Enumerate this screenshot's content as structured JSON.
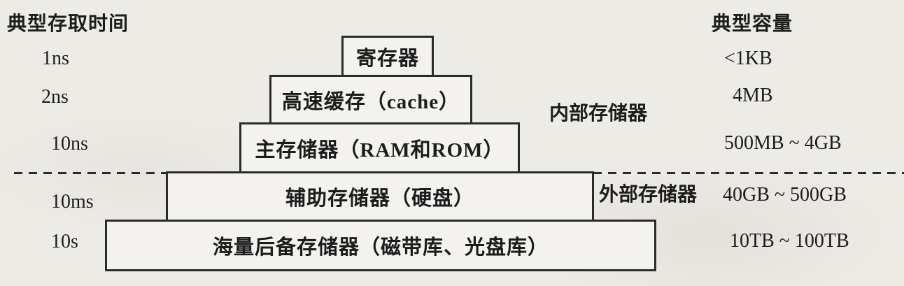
{
  "colors": {
    "background": "#edebe6",
    "line": "#2b2b2b",
    "text": "#1c1c1c",
    "box_fill": "#f3f2ee"
  },
  "diagram": {
    "title_left": "典型存取时间",
    "title_right": "典型容量",
    "levels": [
      {
        "name": "寄存器",
        "access_time": "1ns",
        "capacity": "<1KB"
      },
      {
        "name": "高速缓存（cache）",
        "access_time": "2ns",
        "capacity": "4MB"
      },
      {
        "name": "主存储器（RAM和ROM）",
        "access_time": "10ns",
        "capacity": "500MB ~ 4GB"
      },
      {
        "name": "辅助存储器（硬盘）",
        "access_time": "10ms",
        "capacity": "40GB ~ 500GB"
      },
      {
        "name": "海量后备存储器（磁带库、光盘库）",
        "access_time": "10s",
        "capacity": "10TB ~ 100TB"
      }
    ],
    "groups": {
      "internal": "内部存储器",
      "external": "外部存储器"
    }
  }
}
